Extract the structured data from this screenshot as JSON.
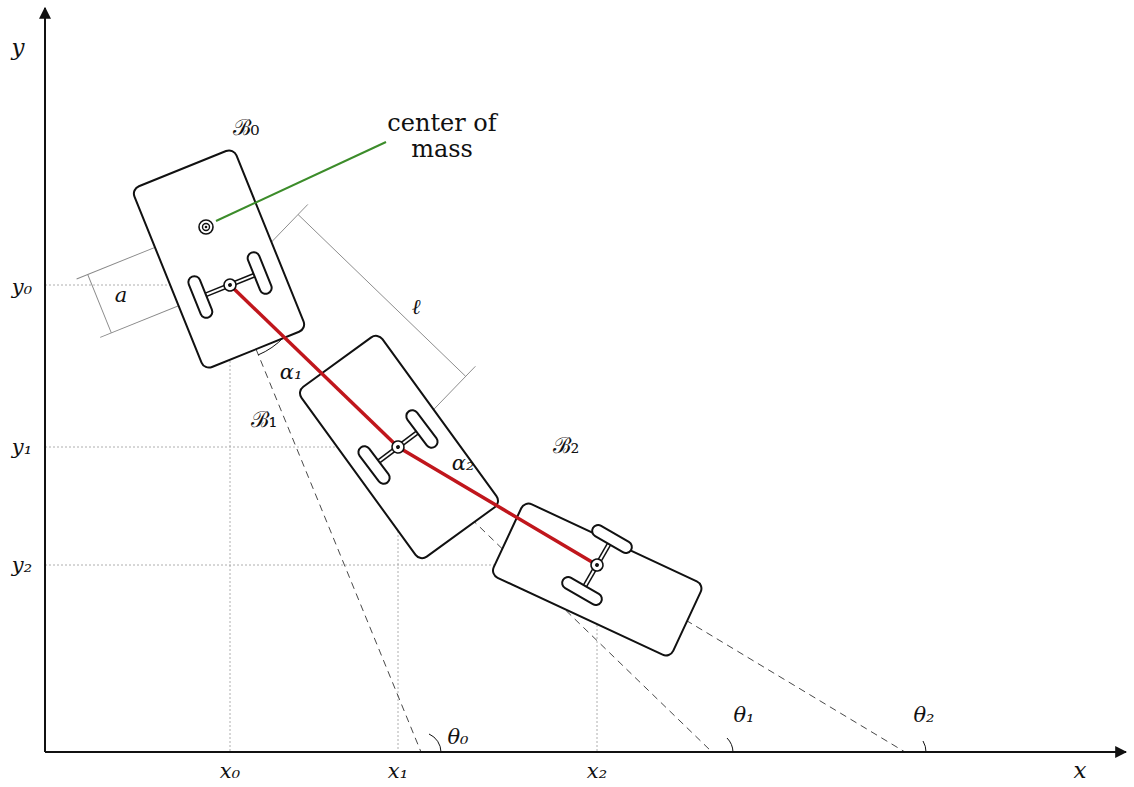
{
  "diagram": {
    "labels": [
      "y",
      "ℬ₀",
      "center of mass",
      "y₀",
      "a",
      "ℓ",
      "α₁",
      "ℬ₁",
      "y₁",
      "α₂",
      "ℬ₂",
      "y₂",
      "θ₀",
      "θ₁",
      "θ₂",
      "x₀",
      "x₁",
      "x₂",
      "x"
    ]
  }
}
